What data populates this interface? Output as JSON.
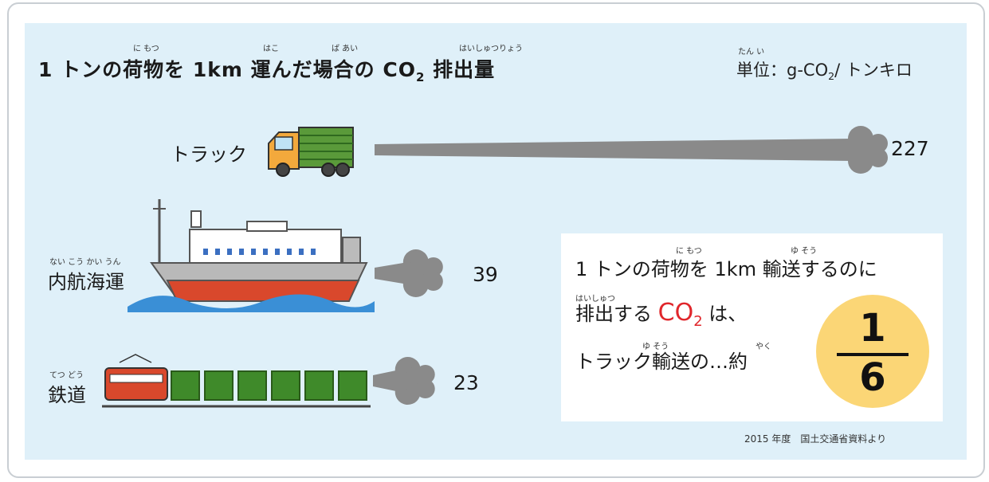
{
  "title_parts": {
    "a": "1 トンの",
    "b": "荷物",
    "c": "を 1km ",
    "d": "運",
    "e": "んだ",
    "f": "場合",
    "g": "の CO",
    "g_sub": "2",
    "h": " ",
    "i": "排出量"
  },
  "ruby": {
    "nimotsu": "に もつ",
    "hako": "はこ",
    "baai": "ば あい",
    "haishutsuryou": "はいしゅつりょう",
    "tani": "たん い",
    "naikoukaiun": "ない こう かい うん",
    "tetsudou": "てつ どう",
    "nimotsu2": "に もつ",
    "yusou": "ゆ そう",
    "haishutsu": "はいしゅつ",
    "yusou2": "ゆ そう",
    "yaku": "やく"
  },
  "unit": {
    "prefix": "単位：g-CO",
    "sub": "2",
    "suffix": "/ トンキロ"
  },
  "chart_data": {
    "type": "bar",
    "categories": [
      "トラック",
      "内航海運",
      "鉄道"
    ],
    "values": [
      227,
      39,
      23
    ],
    "value_labels": [
      "227",
      "39",
      "23"
    ],
    "title": "1 トンの荷物を 1km 運んだ場合の CO2 排出量",
    "unit_label": "単位：g-CO2/ トンキロ",
    "source": "2015 年度　国土交通省資料より"
  },
  "info": {
    "line1": "1 トンの荷物を 1km 輸送するのに",
    "line2_a": "排出する ",
    "line2_co": "CO",
    "line2_sub": "2",
    "line2_b": " は、",
    "line3": "トラック輸送の…約",
    "frac_num": "1",
    "frac_den": "6"
  },
  "source": "2015 年度　国土交通省資料より",
  "colors": {
    "panel": "#dff0f9",
    "smoke": "#8a8a8a",
    "accent_red": "#e0262b",
    "circle": "#fbd676"
  }
}
